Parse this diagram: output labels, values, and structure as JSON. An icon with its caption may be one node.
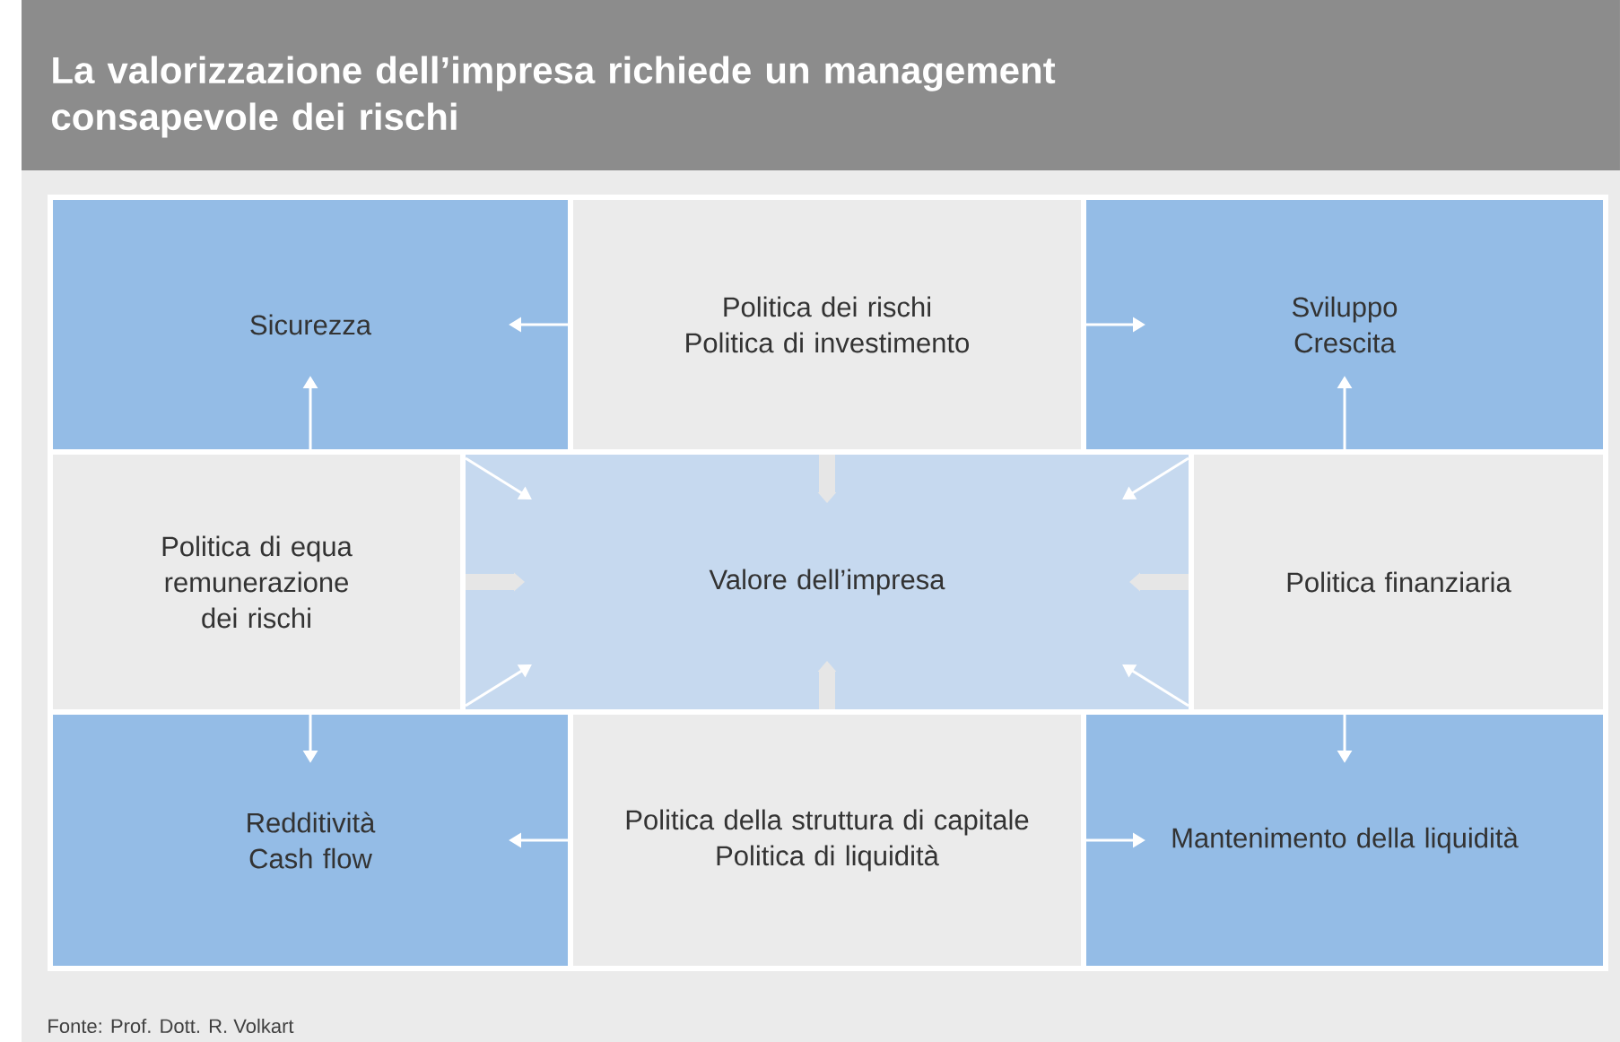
{
  "diagram": {
    "title": "La valorizzazione dell’impresa richiede un management consapevole dei rischi",
    "caption": "Fonte: Prof. Dott. R. Volkart",
    "nodes": [
      {
        "text": [
          "Sicurezza"
        ]
      },
      {
        "text": [
          "Politica dei rischi",
          "Politica di investimento"
        ]
      },
      {
        "text": [
          "Sviluppo",
          "Crescita"
        ]
      },
      {
        "text": [
          "Politica di equa remunerazione dei rischi"
        ]
      },
      {
        "text": [
          "Valore dell’impresa"
        ]
      },
      {
        "text": [
          "Politica finanziaria"
        ]
      },
      {
        "text": [
          "Redditività",
          "Cash flow"
        ]
      },
      {
        "text": [
          "Politica della struttura di capitale",
          "Politica di liquidità"
        ]
      },
      {
        "text": [
          "Mantenimento della liquidità"
        ]
      }
    ],
    "edges": [
      {
        "from": 1,
        "to": 0,
        "arrow": "to"
      },
      {
        "from": 1,
        "to": 2,
        "arrow": "to"
      },
      {
        "from": 3,
        "to": 0,
        "arrow": "to"
      },
      {
        "from": 5,
        "to": 2,
        "arrow": "to"
      },
      {
        "from": 3,
        "to": 6,
        "arrow": "to"
      },
      {
        "from": 5,
        "to": 8,
        "arrow": "to"
      },
      {
        "from": 7,
        "to": 6,
        "arrow": "to"
      },
      {
        "from": 7,
        "to": 8,
        "arrow": "to"
      },
      {
        "from": 0,
        "to": 4,
        "arrow": "to"
      },
      {
        "from": 2,
        "to": 4,
        "arrow": "to"
      },
      {
        "from": 6,
        "to": 4,
        "arrow": "to"
      },
      {
        "from": 8,
        "to": 4,
        "arrow": "to"
      },
      {
        "from": 1,
        "to": 4,
        "arrow": "to",
        "style": "thick",
        "color": "#e6e6e6"
      },
      {
        "from": 3,
        "to": 4,
        "arrow": "to",
        "style": "thick",
        "color": "#e6e6e6"
      },
      {
        "from": 5,
        "to": 4,
        "arrow": "to",
        "style": "thick",
        "color": "#e6e6e6"
      },
      {
        "from": 7,
        "to": 4,
        "arrow": "to",
        "style": "thick",
        "color": "#e6e6e6"
      }
    ]
  }
}
